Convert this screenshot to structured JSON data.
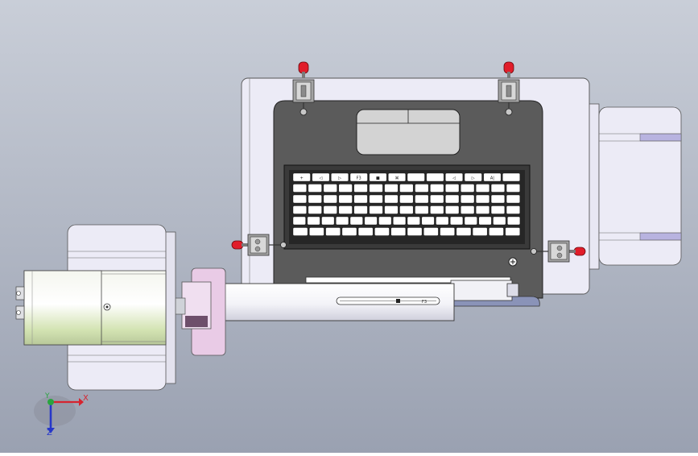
{
  "viewport": {
    "colors": {
      "bg_top": "#c9ced8",
      "bg_bottom": "#9aa1b1",
      "plate": "#ecebf6",
      "laptop_body": "#5b5b5b",
      "keyboard_bg": "#262626",
      "key": "#ffffff",
      "touchpad": "#d3d3d3",
      "clamp_red": "#e11d2a",
      "clamp_metal": "#9c9c9c",
      "pink": "#e9cbe6",
      "motor_green": "#d6e6b8",
      "lavender_stripe": "#b8b3e0"
    },
    "triad": {
      "x_label": "X",
      "y_label": "Y",
      "z_label": "Z",
      "x_color": "#d6242f",
      "y_color": "#29a53f",
      "z_color": "#2637c9"
    },
    "keyboard": {
      "rows": [
        12,
        15,
        15,
        15,
        16,
        14
      ],
      "symbol_row": [
        "+",
        "◁",
        "▷",
        "F3",
        "■",
        "⌘",
        "",
        "",
        "◁",
        "▷",
        "A|"
      ]
    },
    "probe_text": "F3"
  }
}
